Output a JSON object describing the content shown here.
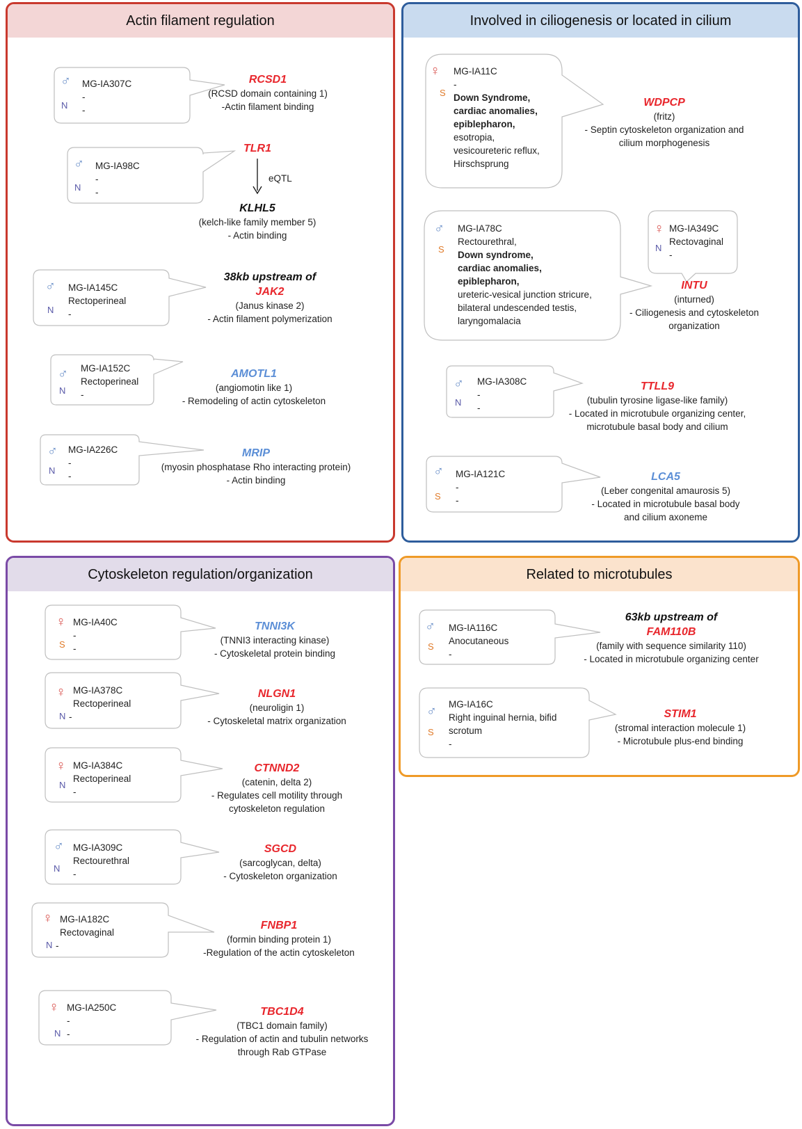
{
  "panels": {
    "actin": {
      "title": "Actin filament regulation",
      "entries": [
        {
          "id": "MG-IA307C",
          "sex": "♂",
          "flag": "N",
          "lines": [
            "-",
            "-"
          ],
          "gene": "RCSD1",
          "desc": [
            "(RCSD domain containing 1)",
            "-Actin filament binding"
          ]
        },
        {
          "id": "MG-IA98C",
          "sex": "♂",
          "flag": "N",
          "lines": [
            "-",
            "-"
          ],
          "gene": "TLR1",
          "arrow_label": "eQTL",
          "gene2": "KLHL5",
          "desc": [
            "(kelch-like family member 5)",
            "- Actin binding"
          ]
        },
        {
          "id": "MG-IA145C",
          "sex": "♂",
          "flag": "N",
          "lines": [
            "Rectoperineal",
            "-"
          ],
          "prefix": "38kb upstream of",
          "gene": "JAK2",
          "desc": [
            "(Janus kinase 2)",
            "- Actin filament polymerization"
          ]
        },
        {
          "id": "MG-IA152C",
          "sex": "♂",
          "flag": "N",
          "lines": [
            "Rectoperineal",
            "-"
          ],
          "gene": "AMOTL1",
          "desc": [
            "(angiomotin like 1)",
            "- Remodeling of actin cytoskeleton"
          ]
        },
        {
          "id": "MG-IA226C",
          "sex": "♂",
          "flag": "N",
          "lines": [
            "-",
            "-"
          ],
          "gene": "MRIP",
          "desc": [
            "(myosin phosphatase Rho interacting protein)",
            "- Actin binding"
          ]
        }
      ]
    },
    "cilium": {
      "title": "Involved in ciliogenesis or located in cilium",
      "entries": [
        {
          "id": "MG-IA11C",
          "sex": "♀",
          "flag": "S",
          "lines": [
            "-",
            "Down Syndrome,",
            "cardiac anomalies,",
            "epiblepharon,",
            "esotropia,",
            "vesicoureteric reflux,",
            "Hirschsprung"
          ],
          "gene": "WDPCP",
          "desc": [
            "(fritz)",
            "- Septin cytoskeleton organization and",
            "cilium morphogenesis"
          ]
        },
        {
          "id": "MG-IA78C",
          "sex": "♂",
          "flag": "S",
          "lines": [
            "Rectourethral,",
            "Down syndrome,",
            "cardiac anomalies,",
            "epiblepharon,",
            "ureteric-vesical junction stricure,",
            "bilateral undescended testis,",
            "laryngomalacia"
          ],
          "gene": "INTU",
          "desc": [
            "(inturned)",
            "- Ciliogenesis and cytoskeleton",
            "organization"
          ]
        },
        {
          "id": "MG-IA349C",
          "sex": "♀",
          "flag": "N",
          "lines": [
            "Rectovaginal",
            "-"
          ]
        },
        {
          "id": "MG-IA308C",
          "sex": "♂",
          "flag": "N",
          "lines": [
            "-",
            "-"
          ],
          "gene": "TTLL9",
          "desc": [
            "(tubulin tyrosine ligase-like family)",
            "- Located in microtubule organizing center,",
            "microtubule basal body and cilium"
          ]
        },
        {
          "id": "MG-IA121C",
          "sex": "♂",
          "flag": "S",
          "lines": [
            "-",
            "-"
          ],
          "gene": "LCA5",
          "desc": [
            "(Leber congenital amaurosis 5)",
            "- Located in microtubule basal body",
            "and cilium axoneme"
          ]
        }
      ]
    },
    "cyto": {
      "title": "Cytoskeleton regulation/organization",
      "entries": [
        {
          "id": "MG-IA40C",
          "sex": "♀",
          "flag": "S",
          "lines": [
            "-",
            "-"
          ],
          "gene": "TNNI3K",
          "desc": [
            "(TNNI3 interacting kinase)",
            "- Cytoskeletal protein binding"
          ]
        },
        {
          "id": "MG-IA378C",
          "sex": "♀",
          "flag": "N",
          "lines": [
            "Rectoperineal",
            "-"
          ],
          "gene": "NLGN1",
          "desc": [
            "(neuroligin 1)",
            "- Cytoskeletal matrix organization"
          ]
        },
        {
          "id": "MG-IA384C",
          "sex": "♀",
          "flag": "N",
          "lines": [
            "Rectoperineal",
            "-"
          ],
          "gene": "CTNND2",
          "desc": [
            "(catenin, delta 2)",
            "- Regulates cell motility through",
            "cytoskeleton regulation"
          ]
        },
        {
          "id": "MG-IA309C",
          "sex": "♂",
          "flag": "N",
          "lines": [
            "Rectourethral",
            "-"
          ],
          "gene": "SGCD",
          "desc": [
            "(sarcoglycan, delta)",
            "- Cytoskeleton organization"
          ]
        },
        {
          "id": "MG-IA182C",
          "sex": "♀",
          "flag": "N",
          "lines": [
            "Rectovaginal",
            "-"
          ],
          "gene": "FNBP1",
          "desc": [
            "(formin binding protein 1)",
            "-Regulation of the actin cytoskeleton"
          ]
        },
        {
          "id": "MG-IA250C",
          "sex": "♀",
          "flag": "N",
          "lines": [
            "-",
            "-"
          ],
          "gene": "TBC1D4",
          "desc": [
            "(TBC1 domain family)",
            "- Regulation of actin and tubulin networks",
            "through Rab GTPase"
          ]
        }
      ]
    },
    "micro": {
      "title": "Related to microtubules",
      "entries": [
        {
          "id": "MG-IA116C",
          "sex": "♂",
          "flag": "S",
          "lines": [
            "Anocutaneous",
            "-"
          ],
          "prefix": "63kb upstream of",
          "gene": "FAM110B",
          "desc": [
            "(family with sequence similarity 110)",
            "- Located in microtubule organizing center"
          ]
        },
        {
          "id": "MG-IA16C",
          "sex": "♂",
          "flag": "S",
          "lines": [
            "Right inguinal hernia, bifid",
            "scrotum",
            "-"
          ],
          "gene": "STIM1",
          "desc": [
            "(stromal interaction molecule 1)",
            "- Microtubule plus-end binding"
          ]
        }
      ]
    }
  },
  "colors": {
    "actin_border": "#c9392e",
    "actin_header": "#f3d6d6",
    "cilium_border": "#2e5d9c",
    "cilium_header": "#c9dbef",
    "cyto_border": "#7a4aa6",
    "cyto_header": "#e2dcea",
    "micro_border": "#ef9a27",
    "micro_header": "#fbe3cd",
    "gene_red": "#e8262c",
    "gene_blue": "#5b8ed6"
  }
}
